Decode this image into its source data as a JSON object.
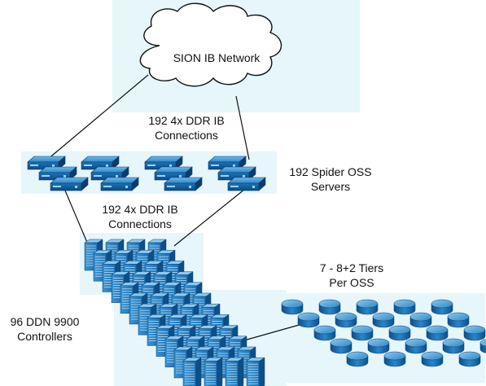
{
  "cloud": {
    "label": "SION IB Network"
  },
  "labels": {
    "upper_link_1": "192 4x DDR IB",
    "upper_link_2": "Connections",
    "oss_1": "192 Spider OSS",
    "oss_2": "Servers",
    "lower_link_1": "192 4x DDR IB",
    "lower_link_2": "Connections",
    "tiers_1": "7 - 8+2 Tiers",
    "tiers_2": "Per OSS",
    "ddn_1": "96 DDN 9900",
    "ddn_2": "Controllers"
  },
  "colors": {
    "panel_blue": "#e6f6fb",
    "device_blue": "#1a73b8",
    "device_dark": "#0f4f86",
    "device_light": "#4ea6e0",
    "line": "#111111"
  },
  "icons": {
    "network": "cloud-icon",
    "server": "server-icon",
    "controller": "storage-controller-icon",
    "disk": "disk-drive-icon"
  }
}
